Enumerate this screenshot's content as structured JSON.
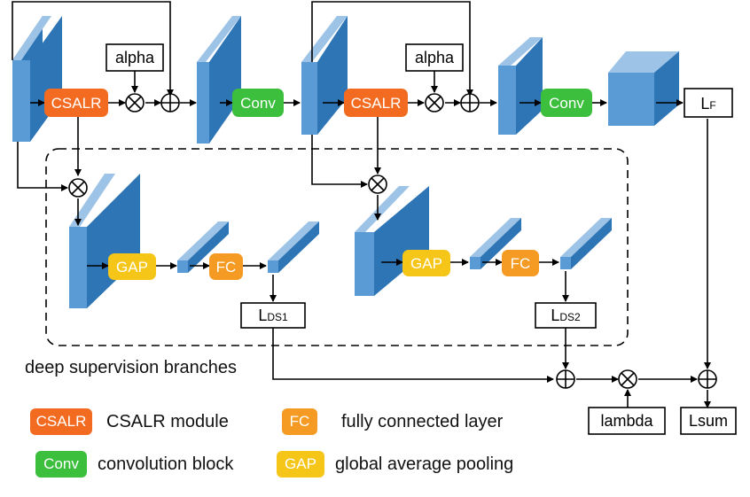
{
  "blocks": {
    "csalr": "CSALR",
    "conv": "Conv",
    "gap": "GAP",
    "fc": "FC"
  },
  "labels": {
    "alpha": "alpha",
    "lambda": "lambda",
    "loss_final_main": "L",
    "loss_final_sub": "F",
    "loss_ds1_main": "L",
    "loss_ds1_sub": "DS1",
    "loss_ds2_main": "L",
    "loss_ds2_sub": "DS2",
    "loss_sum": "Lsum",
    "branch_caption": "deep supervision branches"
  },
  "legend": [
    {
      "badge": "CSALR",
      "text": "CSALR module",
      "color": "#f26b21"
    },
    {
      "badge": "FC",
      "text": "fully connected layer",
      "color": "#f59a23"
    },
    {
      "badge": "Conv",
      "text": "convolution block",
      "color": "#3cbf3c"
    },
    {
      "badge": "GAP",
      "text": "global average pooling",
      "color": "#f5c518"
    }
  ],
  "colors": {
    "block_front": "#5b9bd5",
    "block_top": "#9dc3e6",
    "block_side": "#2e75b6",
    "csalr": "#f26b21",
    "conv": "#3cbf3c",
    "gap": "#f5c518",
    "fc": "#f59a23"
  }
}
